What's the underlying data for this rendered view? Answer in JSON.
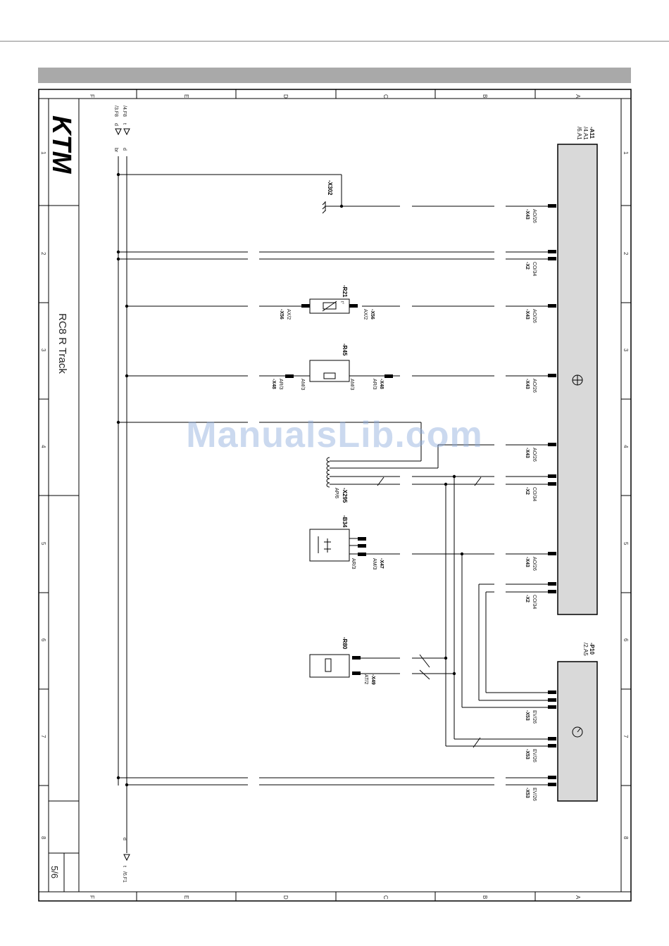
{
  "sheet": {
    "brand": "KTM",
    "model": "RC8 R Track",
    "page": "5/6",
    "col_letters": [
      "F",
      "E",
      "D",
      "C",
      "B",
      "A"
    ],
    "row_numbers": [
      "1",
      "2",
      "3",
      "4",
      "5",
      "6",
      "7",
      "8"
    ]
  },
  "refs": {
    "top_left_1": "/4.F8",
    "top_left_2": "/3.F8",
    "top_letter_1": "t",
    "top_letter_2": "d",
    "bus_top_1": "d",
    "bus_top_2": "br",
    "bus_bottom": "d",
    "bottom_ref": "/6.F1",
    "bottom_letter": "t"
  },
  "components": {
    "a11": {
      "name": "-A11",
      "ref1": "/4.A1",
      "ref2": "/6.A1"
    },
    "p10": {
      "name": "-P10",
      "ref1": "/2.A5"
    },
    "x302": "-X302",
    "r21": "-R21",
    "r45": "-R45",
    "x295": "-X295",
    "b34": "-B34",
    "r80": "-R80",
    "t_symbol": "t°"
  },
  "connectors": {
    "a11_x43_1": {
      "pin": "AO/26",
      "conn": "-X43"
    },
    "a11_x2_1": {
      "pin": "CO/34",
      "conn": "-X2"
    },
    "a11_x43_2": {
      "pin": "AO/26",
      "conn": "-X43"
    },
    "a11_x43_3": {
      "pin": "AO/26",
      "conn": "-X43"
    },
    "a11_x43_4": {
      "pin": "AO/26",
      "conn": "-X43"
    },
    "a11_x2_2": {
      "pin": "CO/34",
      "conn": "-X2"
    },
    "a11_x43_5": {
      "pin": "AO/26",
      "conn": "-X43"
    },
    "a11_x2_3": {
      "pin": "CO/34",
      "conn": "-X2"
    },
    "p10_x53_1": {
      "pin": "EV/26",
      "conn": "-X53"
    },
    "p10_x53_2": {
      "pin": "EV/26",
      "conn": "-X53"
    },
    "p10_x53_3": {
      "pin": "EV/26",
      "conn": "-X53"
    },
    "r21_right": {
      "pin": "AX/2",
      "conn": "-X56"
    },
    "r21_left": {
      "pin": "AX/2",
      "conn": "-X56"
    },
    "r45_right": {
      "pin": "AM/3",
      "conn": "AR/3",
      "name": "-X48"
    },
    "r45_left": {
      "pin": "AM/3",
      "conn": "AR/3",
      "name": "-X48"
    },
    "x295_pin": "AP/6",
    "b34_pins": {
      "p1": "AR/3",
      "p2": "AM/3",
      "conn": "-X47"
    },
    "r80_pins": {
      "p1": "AT/2",
      "conn": "-X49"
    }
  },
  "watermark": "ManualsLib.com"
}
